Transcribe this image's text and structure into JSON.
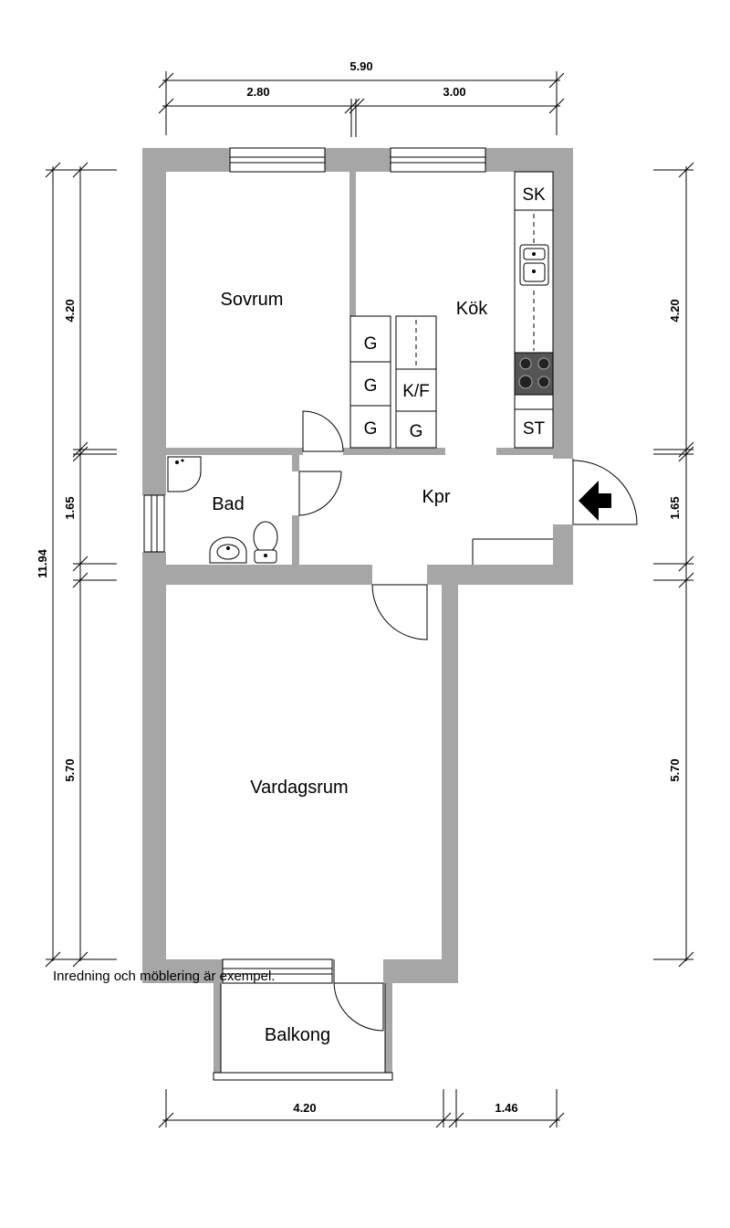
{
  "dimensions": {
    "total_width": "5.90",
    "top_left": "2.80",
    "top_right": "3.00",
    "total_height": "11.94",
    "left_upper": "4.20",
    "left_middle": "1.65",
    "left_lower": "5.70",
    "right_upper": "4.20",
    "right_middle": "1.65",
    "right_lower": "5.70",
    "bottom_left": "4.20",
    "bottom_right": "1.46"
  },
  "rooms": {
    "sovrum": "Sovrum",
    "kok": "Kök",
    "bad": "Bad",
    "kpr": "Kpr",
    "vardagsrum": "Vardagsrum",
    "balkong": "Balkong"
  },
  "appliances": {
    "sk": "SK",
    "st": "ST",
    "g1": "G",
    "g2": "G",
    "g3": "G",
    "kf": "K/F",
    "g4": "G"
  },
  "note": "Inredning och möblering är exempel."
}
